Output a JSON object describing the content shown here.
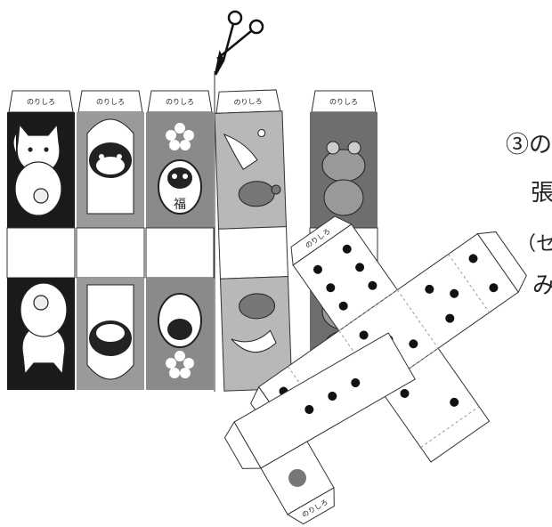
{
  "tab_label": "のりしろ",
  "instruction": {
    "line1": "③の",
    "line2": "張",
    "line3": "（セ",
    "line4": "み"
  },
  "strips": [
    {
      "name": "lucky-cat",
      "bg": "#1a1a1a"
    },
    {
      "name": "dog",
      "bg": "#9a9a9a"
    },
    {
      "name": "daruma",
      "bg": "#8a8a8a"
    },
    {
      "name": "crane-turtle",
      "bg": "#b8b8b8"
    },
    {
      "name": "frog",
      "bg": "#6e6e6e"
    }
  ],
  "daruma_char": "福"
}
